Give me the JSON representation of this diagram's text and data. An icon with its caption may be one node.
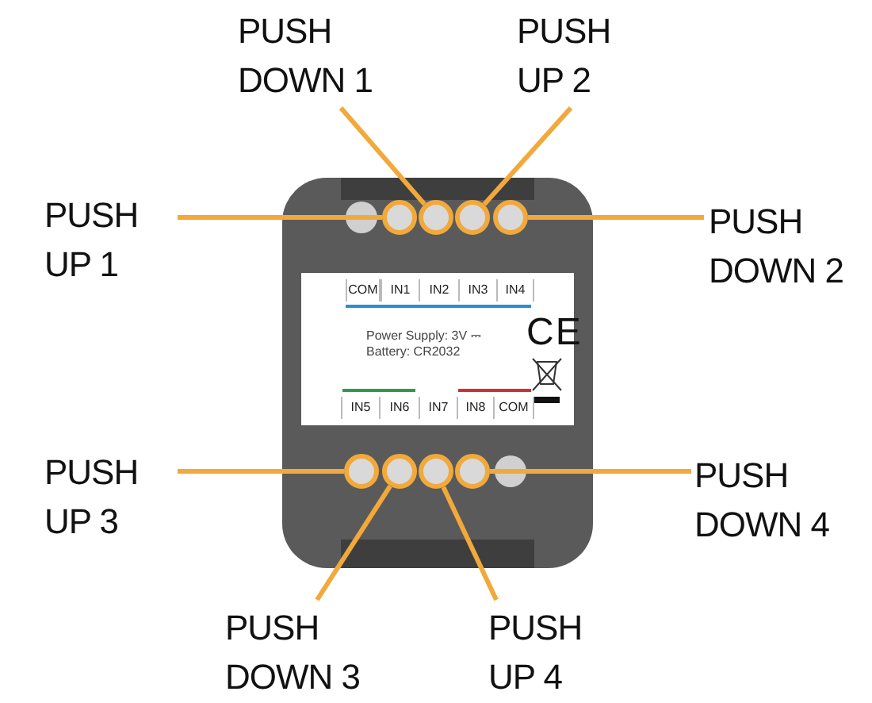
{
  "diagram": {
    "nodes": [
      {
        "text": [
          "PUSH DOWN 1"
        ]
      },
      {
        "text": [
          "PUSH UP 2"
        ]
      },
      {
        "text": [
          "PUSH UP 1"
        ]
      },
      {
        "text": [
          "PUSH DOWN 2"
        ]
      },
      {
        "text": [],
        "shape": "circle"
      },
      {
        "text": [],
        "shape": "circle"
      },
      {
        "text": [],
        "shape": "circle"
      },
      {
        "text": [],
        "shape": "circle"
      },
      {
        "text": [],
        "shape": "circle"
      },
      {
        "text": [],
        "shape": "circle"
      },
      {
        "text": [],
        "shape": "circle"
      },
      {
        "text": [],
        "shape": "circle"
      },
      {
        "text": [
          "PUSH UP 3"
        ]
      },
      {
        "text": [
          "PUSH DOWN 4"
        ]
      },
      {
        "text": [
          "PUSH DOWN 3"
        ]
      },
      {
        "text": [
          "PUSH UP 4"
        ]
      }
    ],
    "edges": [
      {
        "from": 2,
        "to": 4,
        "arrow": "none"
      },
      {
        "from": 0,
        "to": 5,
        "arrow": "none"
      },
      {
        "from": 1,
        "to": 6,
        "arrow": "none"
      },
      {
        "from": 3,
        "to": 7,
        "arrow": "none"
      },
      {
        "from": 12,
        "to": 8,
        "arrow": "none"
      },
      {
        "from": 14,
        "to": 9,
        "arrow": "none"
      },
      {
        "from": 15,
        "to": 10,
        "arrow": "none"
      },
      {
        "from": 13,
        "to": 11,
        "arrow": "none"
      }
    ],
    "labels": [
      "COM",
      "IN1",
      "IN2",
      "IN3",
      "IN4",
      "Power Supply: 3V ⎓",
      "Battery: CR2032",
      "CE",
      "IN5",
      "IN6",
      "IN7",
      "IN8",
      "COM"
    ]
  }
}
